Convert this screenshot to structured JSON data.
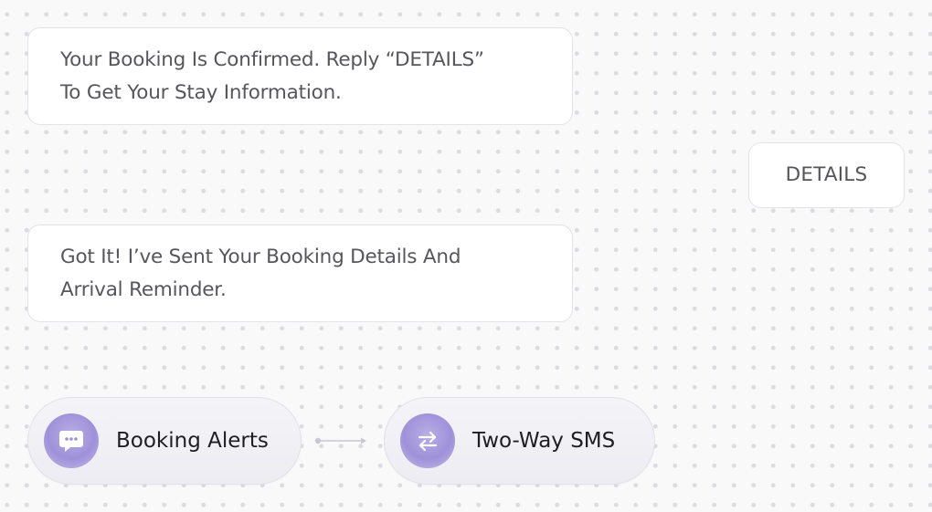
{
  "chat": {
    "messages": [
      {
        "direction": "incoming",
        "lines": [
          "Your Booking Is Confirmed. Reply “DETAILS”",
          "To Get Your Stay Information."
        ]
      },
      {
        "direction": "outgoing",
        "text": "DETAILS"
      },
      {
        "direction": "incoming",
        "lines": [
          "Got It! I’ve Sent Your Booking Details And",
          "Arrival Reminder."
        ]
      }
    ]
  },
  "features": [
    {
      "label": "Booking Alerts",
      "icon": "chat-bubble-icon"
    },
    {
      "label": "Two-Way SMS",
      "icon": "swap-arrows-icon"
    }
  ],
  "colors": {
    "background": "#f9f9fa",
    "dot": "#dcdce0",
    "bubble": "#ffffff",
    "accent": "#a396dc",
    "text": "#55555a",
    "label": "#1e1e24"
  }
}
